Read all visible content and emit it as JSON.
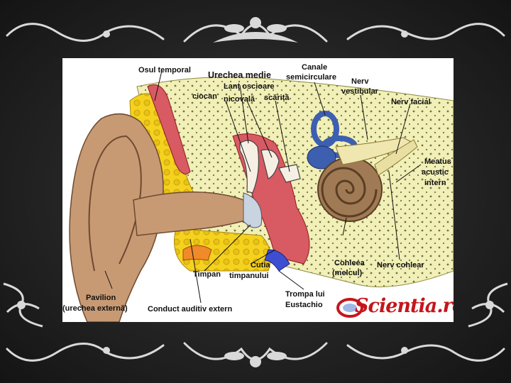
{
  "labels": {
    "osul_temporal": "Osul temporal",
    "urechea_medie": "Urechea medie",
    "lant_oscioare": "Lanț oscioare",
    "ciocan": "ciocan",
    "nicovala": "nicovală",
    "scarita": "scăriță",
    "canale_1": "Canale",
    "canale_2": "semicirculare",
    "nerv_vestibular_1": "Nerv",
    "nerv_vestibular_2": "vestibular",
    "nerv_facial": "Nerv facial",
    "meatus_1": "Meatus",
    "meatus_2": "acustic",
    "meatus_3": "intern",
    "timpan": "Timpan",
    "cutia_1": "Cutia",
    "cutia_2": "timpanului",
    "cohleea_1": "Cohleea",
    "cohleea_2": "(melcul)",
    "nerv_cohlear": "Nerv cohlear",
    "pavilion_1": "Pavilion",
    "pavilion_2": "(urechea externă)",
    "conduct": "Conduct auditiv extern",
    "trompa_1": "Trompa lui",
    "trompa_2": "Eustachio"
  },
  "logo": {
    "text": "Scientia.ro"
  },
  "colors": {
    "background": "#222222",
    "ornament": "#d9d9d9",
    "bone": "#f2efb8",
    "yellow_bone": "#f4d21e",
    "skin": "#c79a74",
    "red_tissue": "#d85a63",
    "inner_ear_blue": "#3d5fb0",
    "cochlea": "#a07a55",
    "logo_red": "#c4161c"
  }
}
